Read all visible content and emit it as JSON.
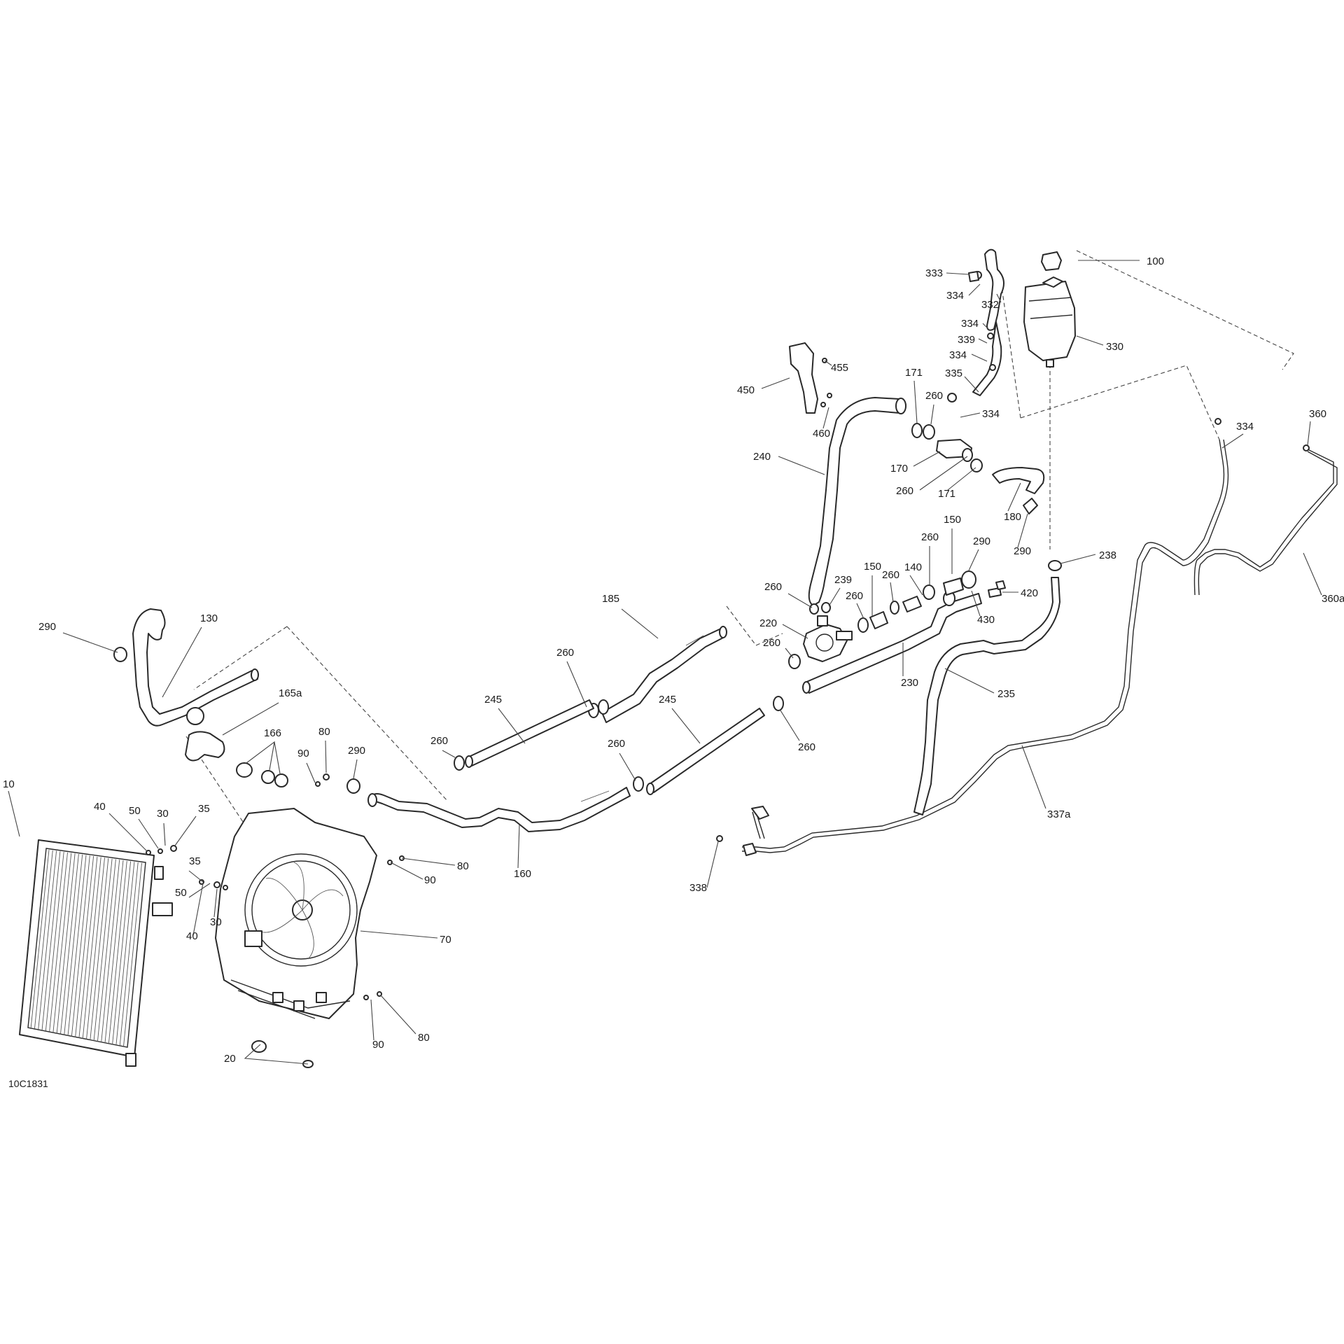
{
  "drawing_number": "10C1831",
  "callouts": [
    {
      "id": "c100",
      "text": "100"
    },
    {
      "id": "c333",
      "text": "333"
    },
    {
      "id": "c334a",
      "text": "334"
    },
    {
      "id": "c332",
      "text": "332"
    },
    {
      "id": "c334b",
      "text": "334"
    },
    {
      "id": "c339",
      "text": "339"
    },
    {
      "id": "c334c",
      "text": "334"
    },
    {
      "id": "c330",
      "text": "330"
    },
    {
      "id": "c335",
      "text": "335"
    },
    {
      "id": "c455",
      "text": "455"
    },
    {
      "id": "c450",
      "text": "450"
    },
    {
      "id": "c171a",
      "text": "171"
    },
    {
      "id": "c260a",
      "text": "260"
    },
    {
      "id": "c334d",
      "text": "334"
    },
    {
      "id": "c460",
      "text": "460"
    },
    {
      "id": "c334e",
      "text": "334"
    },
    {
      "id": "c360",
      "text": "360"
    },
    {
      "id": "c240",
      "text": "240"
    },
    {
      "id": "c170",
      "text": "170"
    },
    {
      "id": "c260b",
      "text": "260"
    },
    {
      "id": "c171b",
      "text": "171"
    },
    {
      "id": "c180",
      "text": "180"
    },
    {
      "id": "c150a",
      "text": "150"
    },
    {
      "id": "c260c",
      "text": "260"
    },
    {
      "id": "c290a",
      "text": "290"
    },
    {
      "id": "c290b",
      "text": "290"
    },
    {
      "id": "c238",
      "text": "238"
    },
    {
      "id": "c360a",
      "text": "360a"
    },
    {
      "id": "c260d",
      "text": "260"
    },
    {
      "id": "c239",
      "text": "239"
    },
    {
      "id": "c150b",
      "text": "150"
    },
    {
      "id": "c260e",
      "text": "260"
    },
    {
      "id": "c140",
      "text": "140"
    },
    {
      "id": "c260f",
      "text": "260"
    },
    {
      "id": "c420",
      "text": "420"
    },
    {
      "id": "c430",
      "text": "430"
    },
    {
      "id": "c220",
      "text": "220"
    },
    {
      "id": "c260g",
      "text": "260"
    },
    {
      "id": "c185",
      "text": "185"
    },
    {
      "id": "c290c",
      "text": "290"
    },
    {
      "id": "c130",
      "text": "130"
    },
    {
      "id": "c230",
      "text": "230"
    },
    {
      "id": "c235",
      "text": "235"
    },
    {
      "id": "c260h",
      "text": "260"
    },
    {
      "id": "c245a",
      "text": "245"
    },
    {
      "id": "c245b",
      "text": "245"
    },
    {
      "id": "c165a",
      "text": "165a"
    },
    {
      "id": "c260i",
      "text": "260"
    },
    {
      "id": "c166",
      "text": "166"
    },
    {
      "id": "c80a",
      "text": "80"
    },
    {
      "id": "c260j",
      "text": "260"
    },
    {
      "id": "c260k",
      "text": "260"
    },
    {
      "id": "c90a",
      "text": "90"
    },
    {
      "id": "c290d",
      "text": "290"
    },
    {
      "id": "c10",
      "text": "10"
    },
    {
      "id": "c40a",
      "text": "40"
    },
    {
      "id": "c50a",
      "text": "50"
    },
    {
      "id": "c30a",
      "text": "30"
    },
    {
      "id": "c35a",
      "text": "35"
    },
    {
      "id": "c337a",
      "text": "337a"
    },
    {
      "id": "c80b",
      "text": "80"
    },
    {
      "id": "c90b",
      "text": "90"
    },
    {
      "id": "c35b",
      "text": "35"
    },
    {
      "id": "c160",
      "text": "160"
    },
    {
      "id": "c338",
      "text": "338"
    },
    {
      "id": "c50b",
      "text": "50"
    },
    {
      "id": "c30b",
      "text": "30"
    },
    {
      "id": "c40b",
      "text": "40"
    },
    {
      "id": "c70",
      "text": "70"
    },
    {
      "id": "c90c",
      "text": "90"
    },
    {
      "id": "c80c",
      "text": "80"
    },
    {
      "id": "c20",
      "text": "20"
    }
  ]
}
